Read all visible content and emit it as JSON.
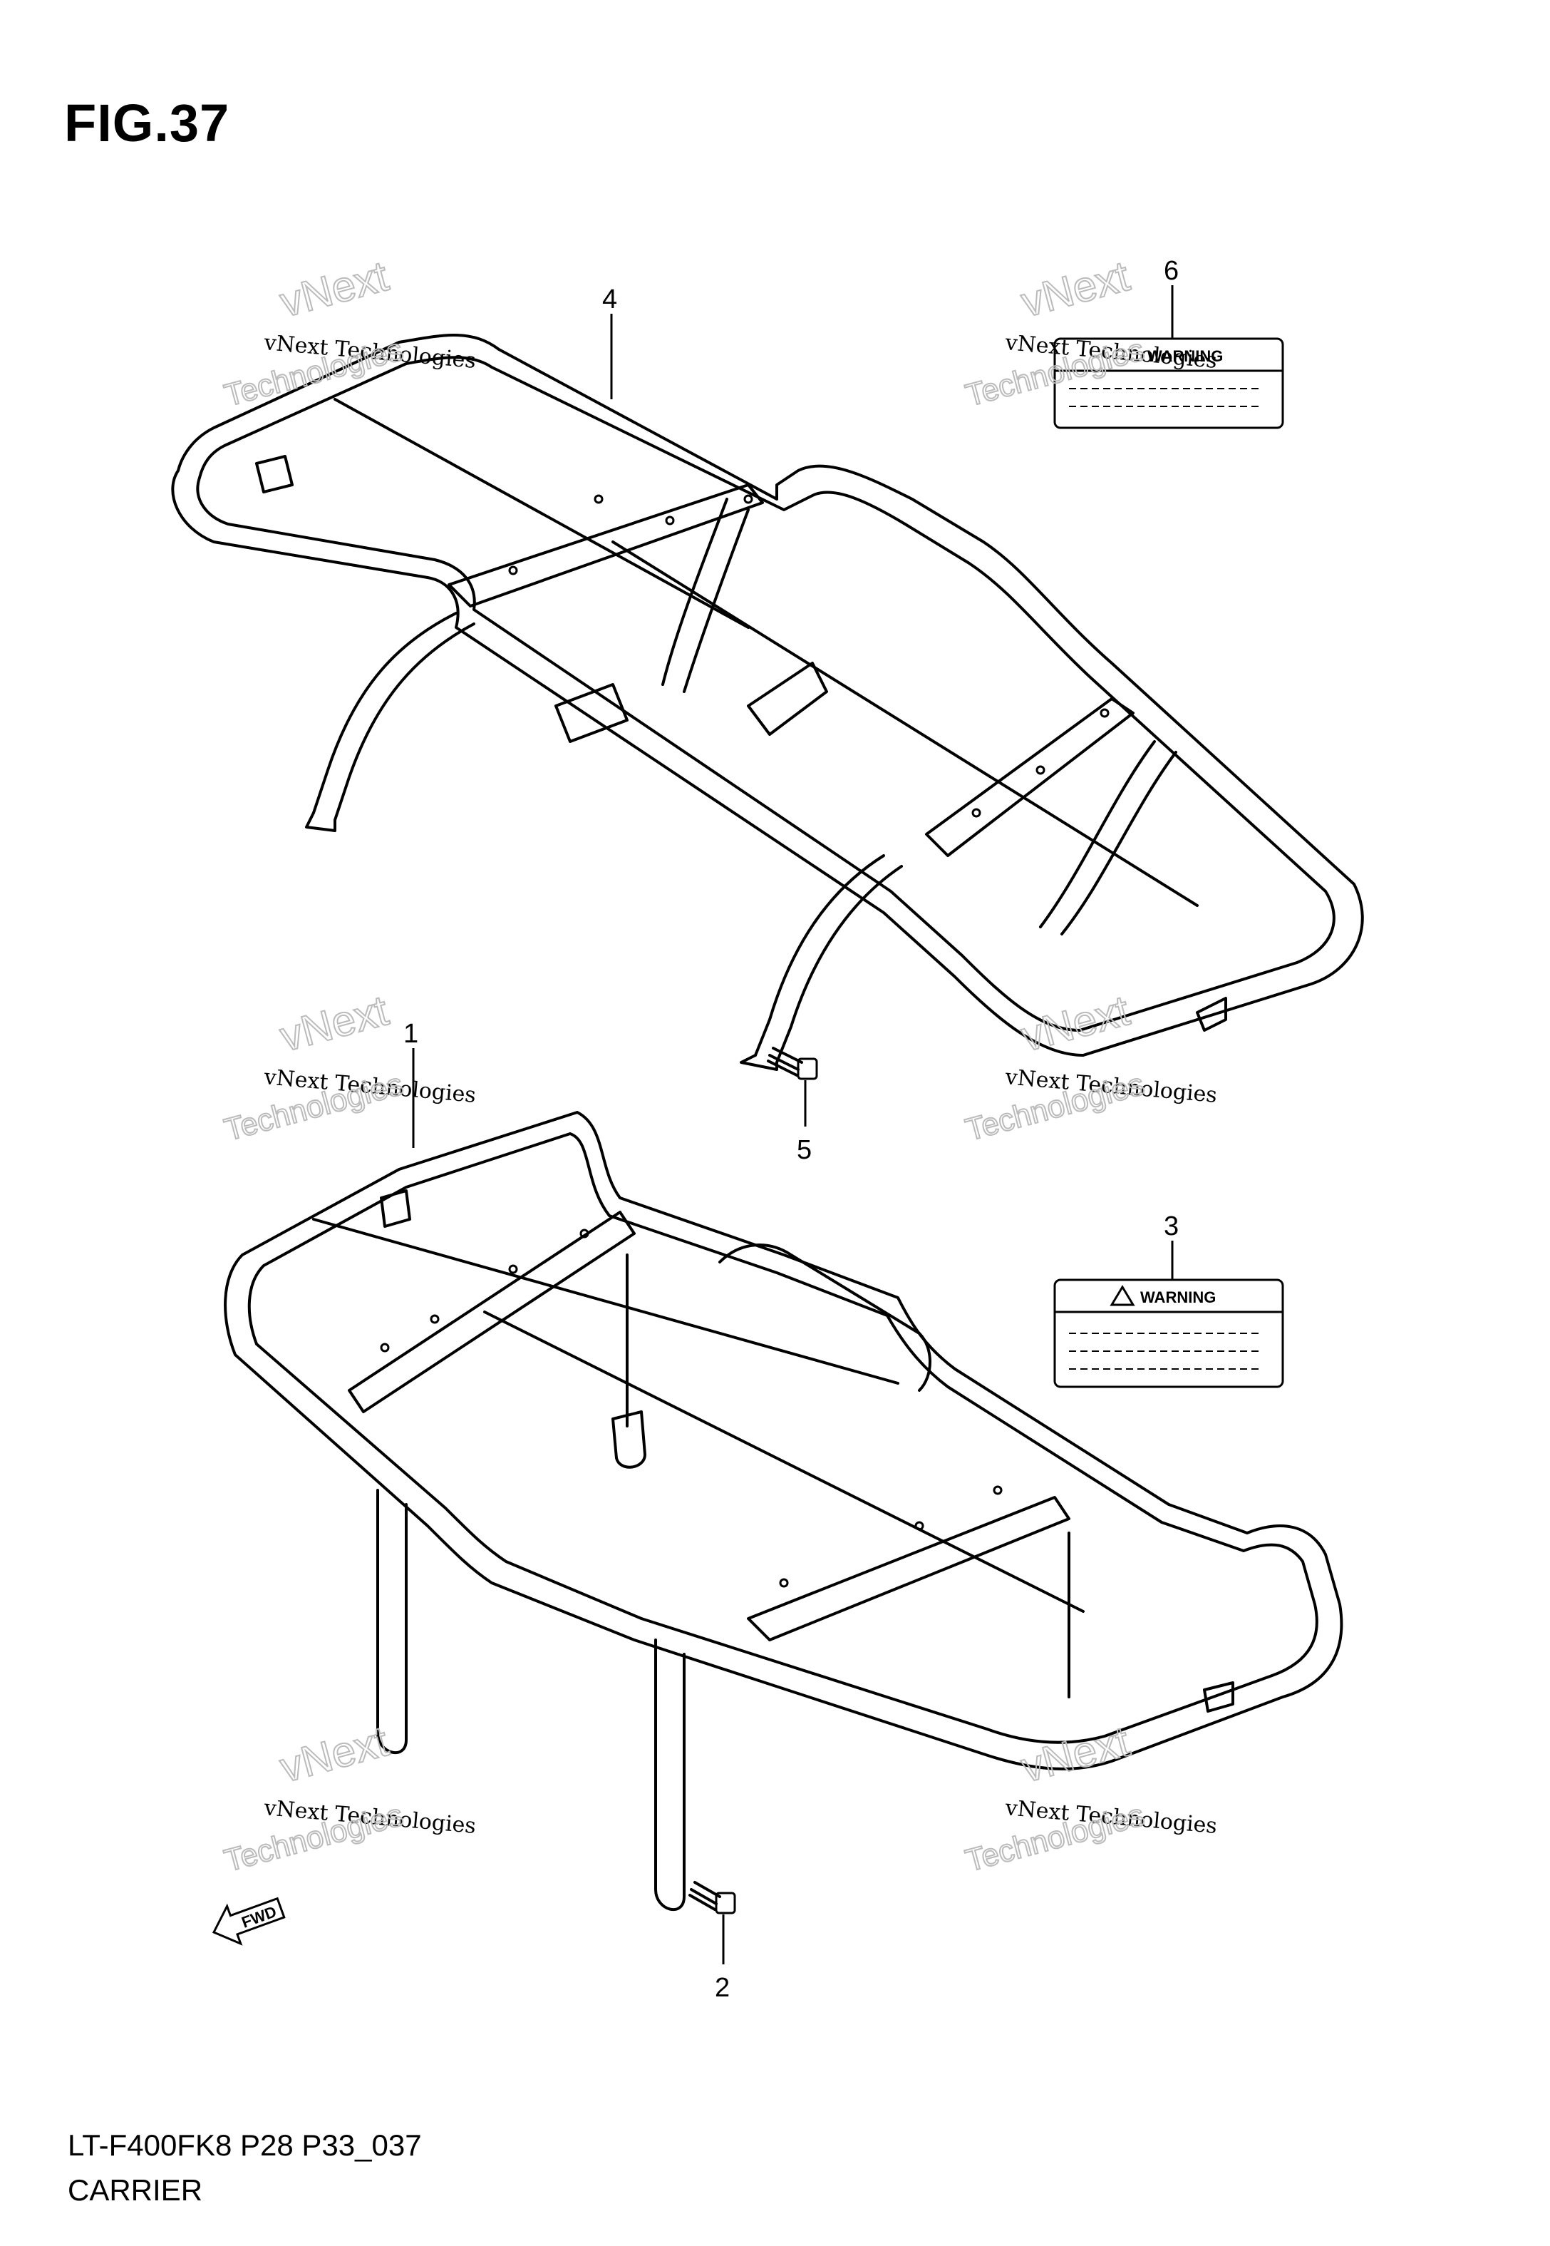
{
  "figure": {
    "title": "FIG.37",
    "code": "LT-F400FK8 P28 P33_037",
    "name": "CARRIER"
  },
  "callouts": [
    {
      "number": "1",
      "part": "front carrier"
    },
    {
      "number": "2",
      "part": "bolt"
    },
    {
      "number": "3",
      "part": "warning label"
    },
    {
      "number": "4",
      "part": "rear carrier"
    },
    {
      "number": "5",
      "part": "bolt"
    },
    {
      "number": "6",
      "part": "warning label"
    }
  ],
  "labels": {
    "warning_3": "WARNING",
    "warning_6": "WARNING"
  },
  "direction_marker": "FWD",
  "watermark": {
    "line1": "vNext Technologies",
    "line2": "vNext",
    "line3": "Technologies"
  }
}
